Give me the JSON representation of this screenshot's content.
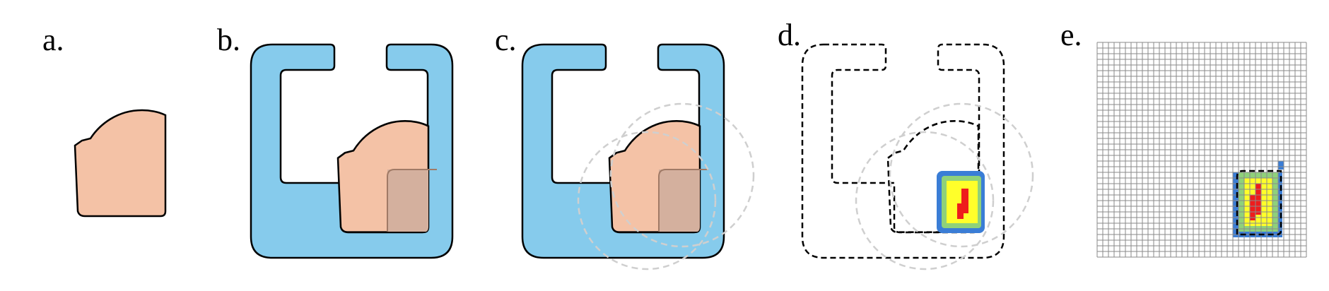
{
  "figure": {
    "panels": [
      {
        "id": "a",
        "label": "a."
      },
      {
        "id": "b",
        "label": "b."
      },
      {
        "id": "c",
        "label": "c."
      },
      {
        "id": "d",
        "label": "d."
      },
      {
        "id": "e",
        "label": "e."
      }
    ],
    "colors": {
      "part_fill": "#f4c2a6",
      "overlap_fill": "#d4b09e",
      "fixture_fill": "#86cbec",
      "outline": "#000000",
      "circle_stroke": "#cfcfcf",
      "grid_line": "#8a8a8a",
      "heat_blue": "#3a7dd6",
      "heat_green": "#8fd17a",
      "heat_yellow": "#ffff2a",
      "heat_red": "#ee1c1c"
    }
  }
}
